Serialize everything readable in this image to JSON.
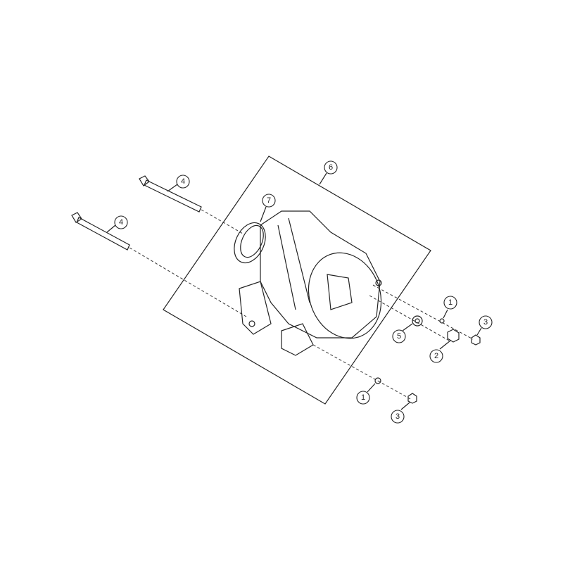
{
  "diagram": {
    "callouts": [
      {
        "id": "assembly",
        "label": "6"
      },
      {
        "id": "pulley",
        "label": "7"
      },
      {
        "id": "bolt-upper",
        "label": "4"
      },
      {
        "id": "bolt-lower",
        "label": "4"
      },
      {
        "id": "washer-upper",
        "label": "1"
      },
      {
        "id": "nut-upper",
        "label": "3"
      },
      {
        "id": "washer-terminal",
        "label": "5"
      },
      {
        "id": "nut-terminal",
        "label": "2"
      },
      {
        "id": "washer-lower",
        "label": "1"
      },
      {
        "id": "nut-lower",
        "label": "3"
      }
    ]
  }
}
